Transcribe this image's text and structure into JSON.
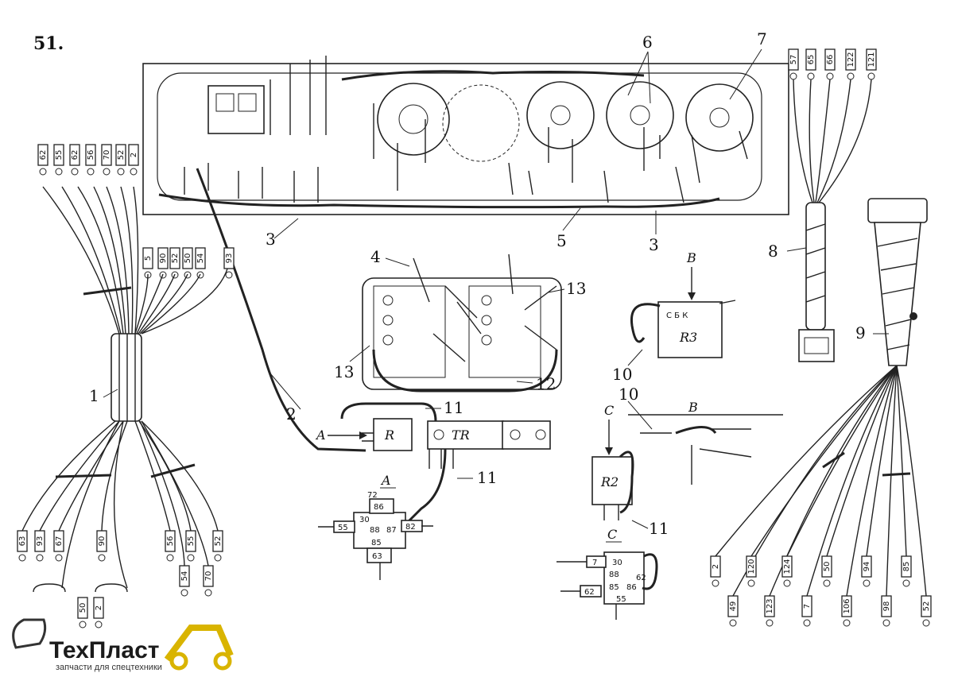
{
  "figure_number": "51.",
  "callouts": {
    "c1": "1",
    "c2": "2",
    "c3a": "3",
    "c3b": "3",
    "c4": "4",
    "c5": "5",
    "c6": "6",
    "c7": "7",
    "c8": "8",
    "c9": "9",
    "c10a": "10",
    "c10b": "10",
    "c11a": "11",
    "c11b": "11",
    "c11c": "11",
    "c12": "12",
    "c13a": "13",
    "c13b": "13"
  },
  "relays": {
    "r": "R",
    "tr": "TR",
    "r2": "R2",
    "r3": "R3",
    "r3_terminals": "С Б К",
    "view_a": "A",
    "view_a_arrow": "A",
    "view_b": "B",
    "view_b_arrow": "B",
    "view_c": "C",
    "view_c_arrow": "C"
  },
  "detail_a": {
    "t30": "30",
    "t86": "86",
    "t88": "88",
    "t87": "87",
    "t85": "85",
    "t55": "55",
    "t82": "82",
    "t63": "63",
    "t72": "72"
  },
  "detail_c": {
    "t7": "7",
    "t30": "30",
    "t88": "88",
    "t85": "85",
    "t86": "86",
    "t62": "62",
    "t62b": "62",
    "t55": "55"
  },
  "harness1": {
    "top_left_tags": [
      "62",
      "55",
      "62",
      "56",
      "70",
      "52",
      "2"
    ],
    "top_right_tags": [
      "5",
      "90",
      "52",
      "50",
      "54",
      "93"
    ],
    "bottom_tags": [
      "63",
      "93",
      "67",
      "90",
      "56",
      "55",
      "52"
    ],
    "bottom_lower_tags": [
      "54",
      "70"
    ],
    "loop_tags": [
      "50",
      "2"
    ]
  },
  "harness8_tags": [
    "57",
    "65",
    "66",
    "122",
    "121"
  ],
  "harness9_tags": [
    "2",
    "49",
    "120",
    "123",
    "124",
    "7",
    "50",
    "106",
    "94",
    "98",
    "85",
    "52"
  ],
  "brand": {
    "name": "ТехПласт",
    "tagline": "запчасти для спецтехники"
  }
}
